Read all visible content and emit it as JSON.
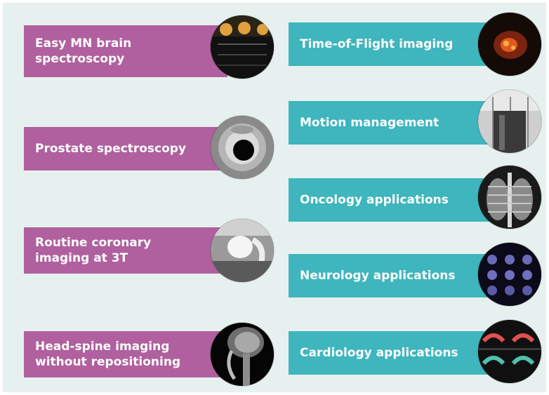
{
  "left_column": [
    {
      "label": "Easy MN brain spectroscopy",
      "color": "#b0609e",
      "image_icon": "brain-spectroscopy-image"
    },
    {
      "label": "Prostate spectroscopy",
      "color": "#b0609e",
      "image_icon": "prostate-scan-image"
    },
    {
      "label": "Routine coronary imaging at 3T",
      "color": "#b0609e",
      "image_icon": "coronary-scan-image"
    },
    {
      "label": "Head-spine imaging without repositioning",
      "color": "#b0609e",
      "image_icon": "head-spine-scan-image"
    }
  ],
  "right_column": [
    {
      "label": "Time-of-Flight imaging",
      "color": "#3fb5bd",
      "image_icon": "tof-pet-scan-image"
    },
    {
      "label": "Motion management",
      "color": "#3fb5bd",
      "image_icon": "motion-scan-image"
    },
    {
      "label": "Oncology applications",
      "color": "#3fb5bd",
      "image_icon": "chest-scan-image"
    },
    {
      "label": "Neurology applications",
      "color": "#3fb5bd",
      "image_icon": "brain-slices-image"
    },
    {
      "label": "Cardiology applications",
      "color": "#3fb5bd",
      "image_icon": "cardiac-scan-image"
    }
  ]
}
